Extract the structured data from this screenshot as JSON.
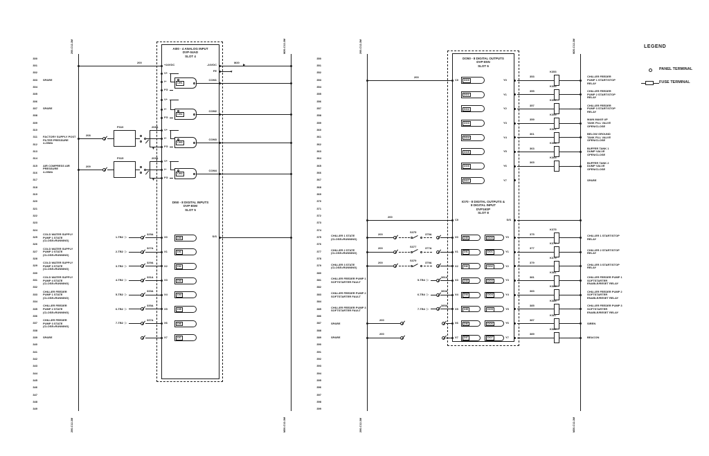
{
  "colors": {
    "ink": "#1a1a1a",
    "background": "#ffffff"
  },
  "icons": {
    "connector_flag": "▷",
    "ground_arrow": "▼",
    "flow_arrow": "▶"
  },
  "legend": {
    "title": "LEGEND",
    "panel": "PANEL TERMINAL",
    "fuse": "FUSE TERMINAL"
  },
  "left_ladder": {
    "line_start": 300,
    "line_end": 349,
    "rail_tag_left": "200-C12-3M",
    "rail_tag_right": "M20-C12-3M",
    "feed": {
      "wire": "200",
      "plus": "+24VDC",
      "minus": "-24VDC",
      "minus_wire": "M20",
      "fe": "FE"
    },
    "spare_303": "SPARE",
    "spare_307": "SPARE",
    "ai": {
      "title": "AI00 - 4 ANALOG INPUT",
      "part": "DVP-04AD",
      "slot": "SLOT 4",
      "vp": "V+",
      "ip": "I+",
      "fg": "FG",
      "channels": [
        {
          "name": "CH1",
          "com": "COM1"
        },
        {
          "name": "CH2",
          "com": "COM2"
        },
        {
          "name": "CH3",
          "com": "COM3"
        },
        {
          "name": "CH4",
          "com": "COM4"
        }
      ]
    },
    "transmitters": [
      {
        "tag": "P310",
        "wire": "208",
        "branch_wire": "208A",
        "desc": [
          "FACTORY SUPPLY POST",
          "FILTER PRESSURE",
          "4-20MA"
        ]
      },
      {
        "tag": "P315",
        "wire": "209",
        "branch_wire": "209A",
        "desc": [
          "AIR COMPRESS AIR",
          "PRESSURE",
          "4-20MA"
        ]
      }
    ],
    "di": {
      "title": "DI50 - 8 DIGITAL INPUTS",
      "part": "DVP-8SM",
      "slot": "SLOT 5",
      "ss": "S/S",
      "rows": [
        {
          "desc": [
            "COLD WATER SUPPLY",
            "PUMP 1 STATE",
            "(CLOSE=RUNNING)"
          ],
          "conn": "1-TB2",
          "wire": "325A",
          "input": "X0",
          "block": "DI0"
        },
        {
          "desc": [
            "COLD WATER SUPPLY",
            "PUMP 2 STATE",
            "(CLOSE=RUNNING)"
          ],
          "conn": "2-TB2",
          "wire": "327A",
          "input": "X1",
          "block": "DI1"
        },
        {
          "desc": [
            "COLD WATER SUPPLY",
            "PUMP 3 STATE",
            "(CLOSE=RUNNING)"
          ],
          "conn": "3-TB2",
          "wire": "329A",
          "input": "X2",
          "block": "DI2"
        },
        {
          "desc": [
            "COLD WATER SUPPLY",
            "PUMP 4 STATE",
            "(CLOSE=RUNNING)"
          ],
          "conn": "4-TB2",
          "wire": "331A",
          "input": "X3",
          "block": "DI3"
        },
        {
          "desc": [
            "CHILLER FEEDER",
            "PUMP 1 STATE",
            "(CLOSE=RUNNING)"
          ],
          "conn": "5-TB2",
          "wire": "333A",
          "input": "X4",
          "block": "DI4"
        },
        {
          "desc": [
            "CHILLER FEEDER",
            "PUMP 2 STATE",
            "(CLOSE=RUNNING)"
          ],
          "conn": "6-TB2",
          "wire": "335A",
          "input": "X5",
          "block": "DI5"
        },
        {
          "desc": [
            "CHILLER FEEDER",
            "PUMP 3 STATE",
            "(CLOSE=RUNNING)"
          ],
          "conn": "7-TB2",
          "wire": "337A",
          "input": "X6",
          "block": "DI6"
        },
        {
          "desc": [
            "SPARE"
          ],
          "conn": "",
          "wire": "",
          "input": "X7",
          "block": "DI7"
        }
      ]
    }
  },
  "right_ladder": {
    "line_start": 350,
    "line_end": 399,
    "rail_tag_left": "200-C12-3M",
    "rail_tag_right": "M20-C12-3M",
    "do": {
      "title": "DO50 - 8 DIGITAL OUTPUTS",
      "part": "DVP-8SN",
      "slot": "SLOT 6",
      "c0": "C0",
      "c0_wire": "200",
      "rows": [
        {
          "block": "DO0",
          "output": "Y0",
          "wire": "353",
          "fuse": "K353",
          "desc": [
            "CHILLER FEEDER",
            "PUMP 1 START/STOP",
            "RELAY"
          ]
        },
        {
          "block": "DO1",
          "output": "Y1",
          "wire": "355",
          "fuse": "K355",
          "desc": [
            "CHILLER FEEDER",
            "PUMP 2 START/STOP",
            "RELAY"
          ]
        },
        {
          "block": "DO2",
          "output": "Y2",
          "wire": "357",
          "fuse": "K357",
          "desc": [
            "CHILLER FEEDER",
            "PUMP 3 START/STOP",
            "RELAY"
          ]
        },
        {
          "block": "DO3",
          "output": "Y3",
          "wire": "359",
          "fuse": "K359",
          "desc": [
            "MAIN MAKE UP",
            "TANK FILL VALVE",
            "OPEN/CLOSE"
          ]
        },
        {
          "block": "DO4",
          "output": "Y4",
          "wire": "361",
          "fuse": "K361",
          "desc": [
            "BELOW GROUND",
            "TANK FILL VALVE",
            "OPEN/CLOSE"
          ]
        },
        {
          "block": "DO5",
          "output": "Y5",
          "wire": "363",
          "fuse": "K363",
          "desc": [
            "BUFFER TANK 1",
            "DUMP VALVE",
            "OPEN/CLOSE"
          ]
        },
        {
          "block": "DO6",
          "output": "Y6",
          "wire": "365",
          "fuse": "K365",
          "desc": [
            "BUFFER TANK 2",
            "DUMP VALVE",
            "OPEN/CLOSE"
          ]
        },
        {
          "block": "DO7",
          "output": "Y7",
          "wire": "",
          "fuse": "",
          "desc": [
            "SPARE"
          ]
        }
      ]
    },
    "io": {
      "title": "IO70 - 8 DIGITAL OUTPUTS &",
      "title2": "8 DIGITAL INPUT",
      "part": "DVP16SP",
      "slot": "SLOT 8",
      "c0": "C0",
      "c0_wire": "200",
      "ss": "S/S",
      "in_rows": [
        {
          "desc": [
            "CHILLER 1 STATE",
            "(CLOSE=RUNNING)"
          ],
          "feed": "200",
          "contact": "S375",
          "wire": "375A",
          "conn": "",
          "input": "X0",
          "block": "DI0"
        },
        {
          "desc": [
            "CHILLER 2 STATE",
            "(CLOSE=RUNNING)"
          ],
          "feed": "200",
          "contact": "S377",
          "wire": "377A",
          "conn": "",
          "input": "X1",
          "block": "DI1"
        },
        {
          "desc": [
            "CHILLER 3 STATE",
            "(CLOSE=RUNNING)"
          ],
          "feed": "200",
          "contact": "S379",
          "wire": "379A",
          "conn": "",
          "input": "X2",
          "block": "DI2"
        },
        {
          "desc": [
            "CHILLER FEEDER PUMP 1",
            "SOFTSTARTER FAULT"
          ],
          "feed": "",
          "contact": "",
          "wire": "381A",
          "conn": "5-TB4",
          "input": "X3",
          "block": "DI3"
        },
        {
          "desc": [
            "CHILLER FEEDER PUMP 2",
            "SOFTSTARTER FAULT"
          ],
          "feed": "",
          "contact": "",
          "wire": "383A",
          "conn": "6-TB4",
          "input": "X4",
          "block": "DI4"
        },
        {
          "desc": [
            "CHILLER FEEDER PUMP 3",
            "SOFTSTARTER FAULT"
          ],
          "feed": "",
          "contact": "",
          "wire": "385A",
          "conn": "7-TB4",
          "input": "X5",
          "block": "DI5"
        },
        {
          "desc": [
            "SPARE"
          ],
          "feed": "200",
          "contact": "",
          "wire": "",
          "conn": "",
          "input": "X6",
          "block": "DI6"
        },
        {
          "desc": [
            "SPARE"
          ],
          "feed": "200",
          "contact": "",
          "wire": "",
          "conn": "",
          "input": "X7",
          "block": "DI7"
        }
      ],
      "out_rows": [
        {
          "block": "DO0",
          "output": "Y0",
          "wire": "375",
          "fuse": "K375",
          "desc": [
            "CHILLER 1 START/STOP",
            "RELAY"
          ]
        },
        {
          "block": "DO1",
          "output": "Y1",
          "wire": "377",
          "fuse": "K377",
          "desc": [
            "CHILLER 2 START/STOP",
            "RELAY"
          ]
        },
        {
          "block": "DO2",
          "output": "Y2",
          "wire": "379",
          "fuse": "K379",
          "desc": [
            "CHILLER 3 START/STOP",
            "RELAY"
          ]
        },
        {
          "block": "DO3",
          "output": "Y3",
          "wire": "381",
          "fuse": "K381",
          "desc": [
            "CHILLER FEEDER PUMP 1",
            "SOFTSTARTER",
            "ENABLE/RESET RELAY"
          ]
        },
        {
          "block": "DO4",
          "output": "Y4",
          "wire": "383",
          "fuse": "K383",
          "desc": [
            "CHILLER FEEDER PUMP 2",
            "SOFTSTARTER",
            "ENABLE/RESET RELAY"
          ]
        },
        {
          "block": "DO5",
          "output": "Y5",
          "wire": "385",
          "fuse": "K385",
          "desc": [
            "CHILLER FEEDER PUMP 3",
            "SOFTSTARTER",
            "ENABLE/RESET RELAY"
          ]
        },
        {
          "block": "DO6",
          "output": "Y6",
          "wire": "387",
          "fuse": "K387",
          "desc": [
            "SIREN"
          ]
        },
        {
          "block": "DO7",
          "output": "Y7",
          "wire": "389",
          "fuse": "K389",
          "desc": [
            "BEACON"
          ]
        }
      ]
    }
  }
}
